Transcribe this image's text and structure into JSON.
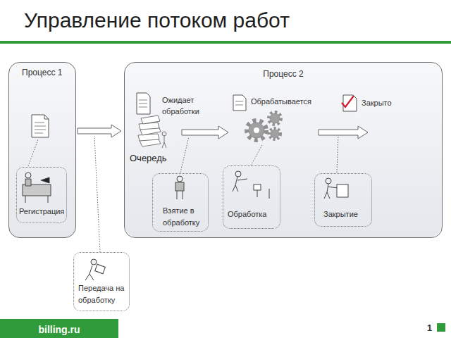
{
  "diagram": {
    "title": "Управление потоком работ",
    "nodes": [
      {
        "text": [
          "Процесс 1"
        ]
      },
      {
        "text": [
          "Регистрация"
        ],
        "in": 0
      },
      {
        "text": [
          "Процесс 2"
        ]
      },
      {
        "text": [
          "Взятие в обработку"
        ],
        "in": 2
      },
      {
        "text": [
          "Обработка"
        ],
        "in": 2
      },
      {
        "text": [
          "Закрытие"
        ],
        "in": 2
      },
      {
        "text": [
          "Передача на обработку"
        ]
      }
    ],
    "edges": [
      {
        "from": 0,
        "to": 2,
        "arrow": "to"
      }
    ],
    "labels": [
      "Ожидает обработки",
      "Очередь",
      "Обрабатывается",
      "Закрыто",
      "billing.ru",
      "1"
    ]
  }
}
